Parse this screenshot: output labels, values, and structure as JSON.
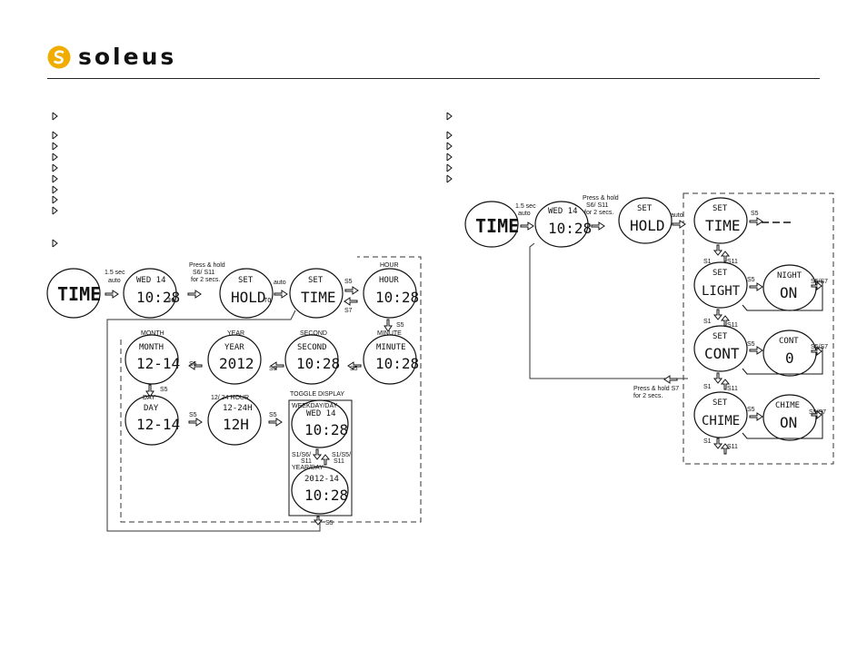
{
  "header": {
    "brand": "soleus",
    "brand_color": "#f0ad00"
  },
  "left_diagram": {
    "labels": {
      "auto_1": "1.5 sec",
      "auto_2": "auto",
      "press_1": "Press & hold",
      "press_2": "S6/ S11",
      "press_3": "for 2 secs.",
      "auto": "auto",
      "hour": "HOUR",
      "month": "MONTH",
      "year": "YEAR",
      "second": "SECOND",
      "minute": "MINUTE",
      "day": "DAY",
      "hour_mode": "12/ 24 HOUR",
      "toggle": "TOGGLE DISPLAY",
      "weekday_day": "WEEKDAY/DAY",
      "year_day": "YEAR/DAY",
      "s1s6_1": "S1/S6/",
      "s1s6_2": "S11",
      "s1s5_1": "S1/S5/",
      "s1s5_2": "S11",
      "s5": "S5",
      "s7": "S7"
    },
    "lcd": {
      "time": "TIME",
      "wed_top": "WED 14",
      "time_main": "10:28",
      "sec": "30",
      "set": "SET",
      "hold": "HOLD",
      "to": "TO",
      "time_word": "TIME",
      "hour_word": "HOUR",
      "month_word": "MONTH",
      "month_main": "12-14",
      "year_word": "YEAR",
      "year_main": "2012",
      "second_word": "SECOND",
      "minute_word": "MINUTE",
      "day_word": "DAY",
      "day_main": "12-14",
      "hr_word": "12-24H",
      "hr_main": "12H",
      "wd_top": "WED 14",
      "yd_top": "2012-14"
    }
  },
  "right_diagram": {
    "labels": {
      "auto_1": "1.5 sec",
      "auto_2": "auto",
      "press_1": "Press & hold",
      "press_2": "S6/ S11",
      "press_3": "for 2 secs.",
      "auto": "auto",
      "s5": "S5",
      "s1": "S1",
      "s11": "S11",
      "s5s7": "S5/S7",
      "press_back_1": "Press & hold S7",
      "press_back_2": "for 2 secs."
    },
    "lcd": {
      "night": "NIGHT",
      "on": "ON",
      "cont": "CONT",
      "chime": "CHIME",
      "set": "SET",
      "time_word": "TIME",
      "light": "LIGHT",
      "cont_word": "CONT",
      "chime_word": "CHIME",
      "zero": "0"
    }
  }
}
